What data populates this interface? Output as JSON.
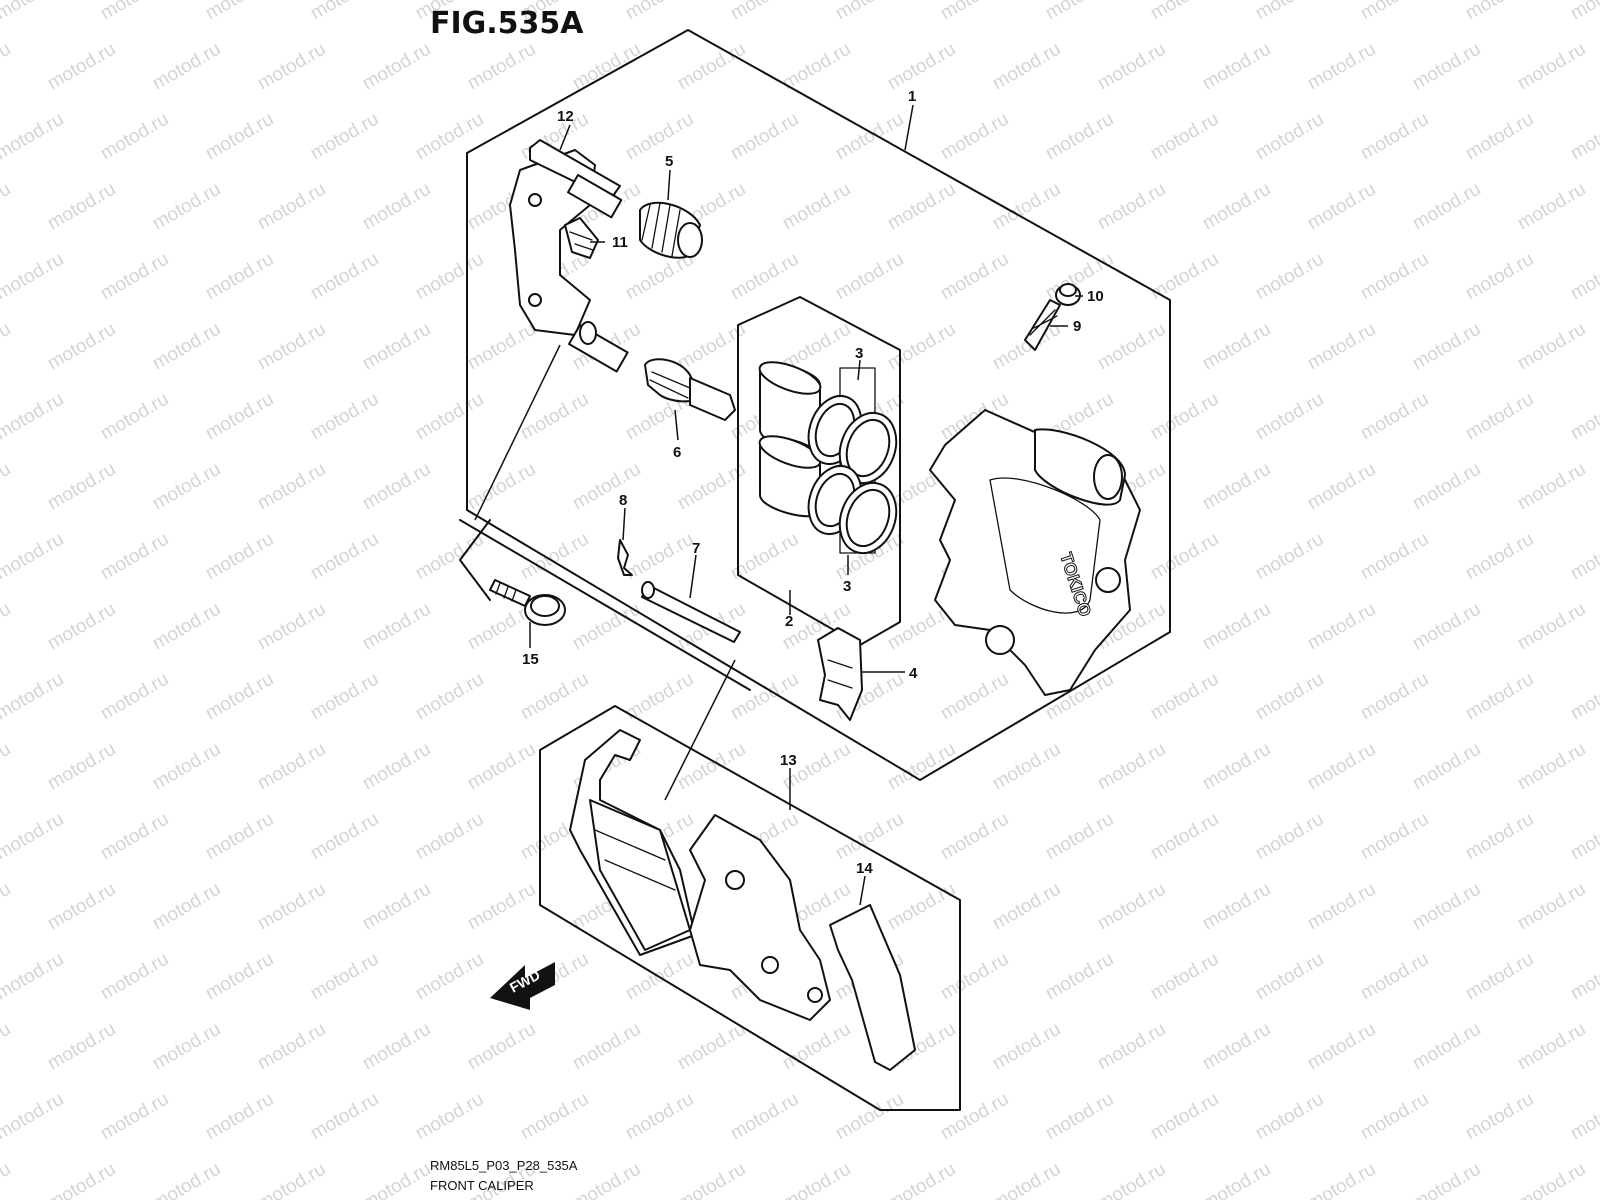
{
  "figure": {
    "title": "FIG.535A",
    "code": "RM85L5_P03_P28_535A",
    "name": "FRONT CALIPER"
  },
  "watermark": "motod.ru",
  "brand_marking": "TOKICO",
  "direction_arrow": "FWD",
  "callouts": {
    "c1": "1",
    "c2": "2",
    "c3a": "3",
    "c3b": "3",
    "c4": "4",
    "c5": "5",
    "c6": "6",
    "c7": "7",
    "c8": "8",
    "c9": "9",
    "c10": "10",
    "c11": "11",
    "c12": "12",
    "c13": "13",
    "c14": "14",
    "c15": "15"
  }
}
